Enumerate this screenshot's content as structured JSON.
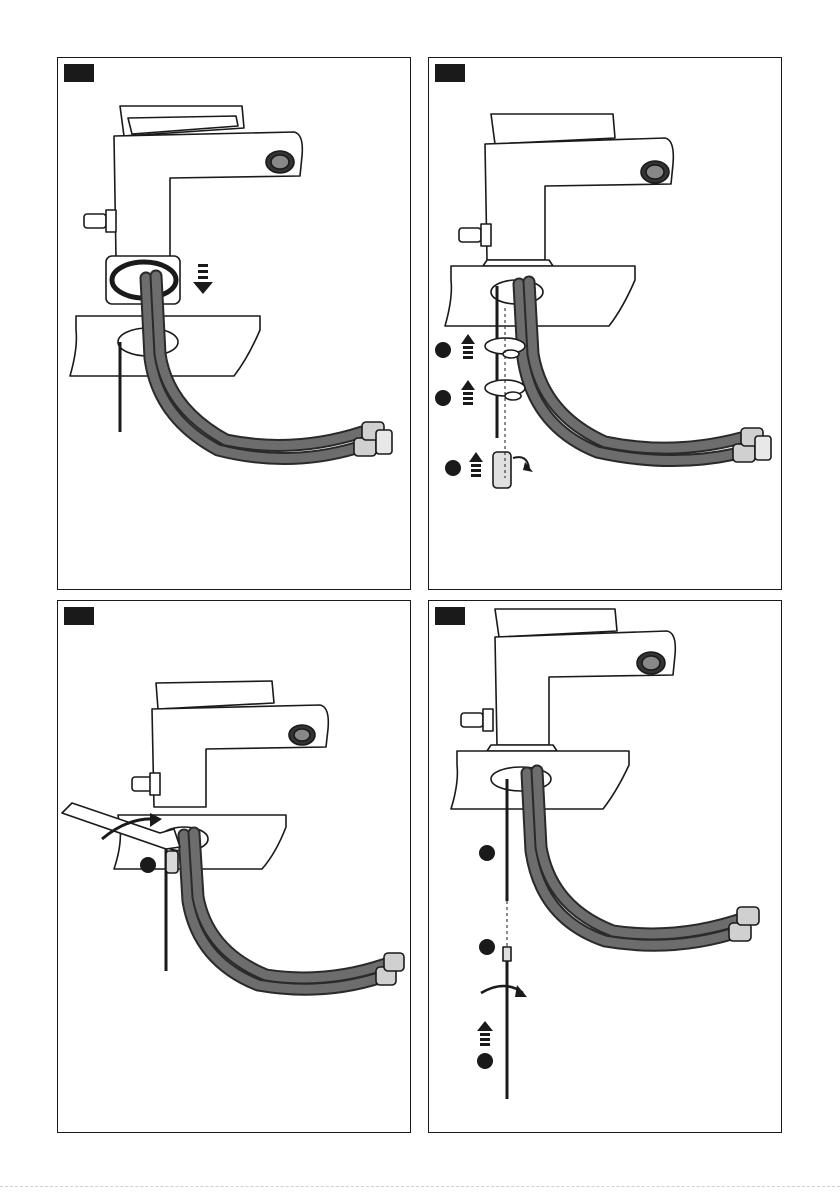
{
  "panels": [
    {
      "id": "step-1",
      "badge": ""
    },
    {
      "id": "step-2",
      "badge": ""
    },
    {
      "id": "step-3",
      "badge": ""
    },
    {
      "id": "step-4",
      "badge": ""
    }
  ],
  "colors": {
    "line": "#1a1a1a",
    "hose": "#6d6d6d",
    "hose_edge": "#2a2a2a",
    "fitting": "#bdbdbd",
    "badge": "#1a1a1a",
    "paper": "#ffffff"
  },
  "icons": [
    "down-arrow-icon",
    "up-arrow-icon",
    "rotate-arrow-icon",
    "step-number-dot-icon",
    "wrench-icon"
  ]
}
